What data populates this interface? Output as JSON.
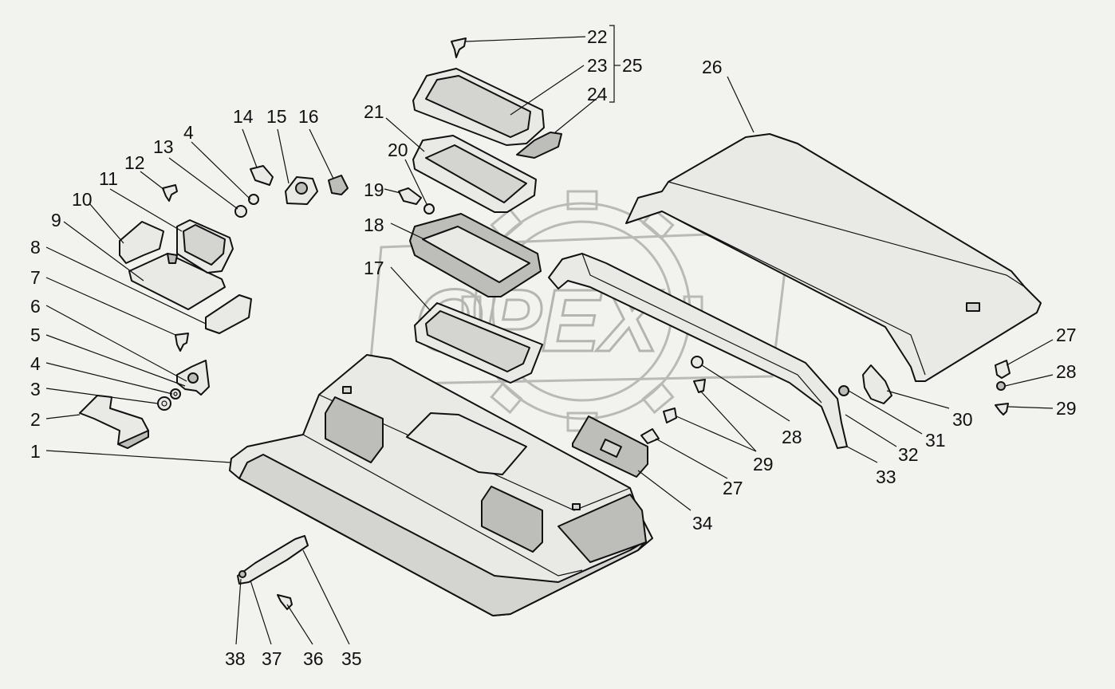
{
  "watermark": {
    "text": "OPEX"
  },
  "callouts": {
    "c1": "1",
    "c2": "2",
    "c3": "3",
    "c4a": "4",
    "c4b": "4",
    "c5": "5",
    "c6": "6",
    "c7": "7",
    "c8": "8",
    "c9": "9",
    "c10": "10",
    "c11": "11",
    "c12": "12",
    "c13": "13",
    "c14": "14",
    "c15": "15",
    "c16": "16",
    "c17": "17",
    "c18": "18",
    "c19": "19",
    "c20": "20",
    "c21": "21",
    "c22": "22",
    "c23": "23",
    "c24": "24",
    "c25": "25",
    "c26": "26",
    "c27a": "27",
    "c27b": "27",
    "c28a": "28",
    "c28b": "28",
    "c29a": "29",
    "c29b": "29",
    "c30": "30",
    "c31": "31",
    "c32": "32",
    "c33": "33",
    "c34": "34",
    "c35": "35",
    "c36": "36",
    "c37": "37",
    "c38": "38"
  },
  "colors": {
    "background": "#f2f2ef",
    "line": "#111111",
    "watermark": "#b4b4b1"
  }
}
